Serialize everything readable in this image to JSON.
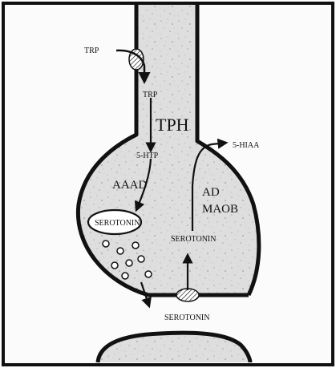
{
  "diagram": {
    "labels": {
      "trp_outside": "TRP",
      "trp_inside": "TRP",
      "tph": "TPH",
      "five_htp": "5-HTP",
      "aaad": "AAAD",
      "serotonin_vesicle": "SEROTONIN",
      "ad": "AD",
      "maob": "MAOB",
      "serotonin_reuptake": "SEROTONIN",
      "five_hiaa": "5-HIAA",
      "serotonin_cleft": "SEROTONIN"
    },
    "colors": {
      "frame": "#111111",
      "background": "#fbfbfb",
      "cytoplasm": "#dcdcdc",
      "stroke": "#111111"
    }
  }
}
